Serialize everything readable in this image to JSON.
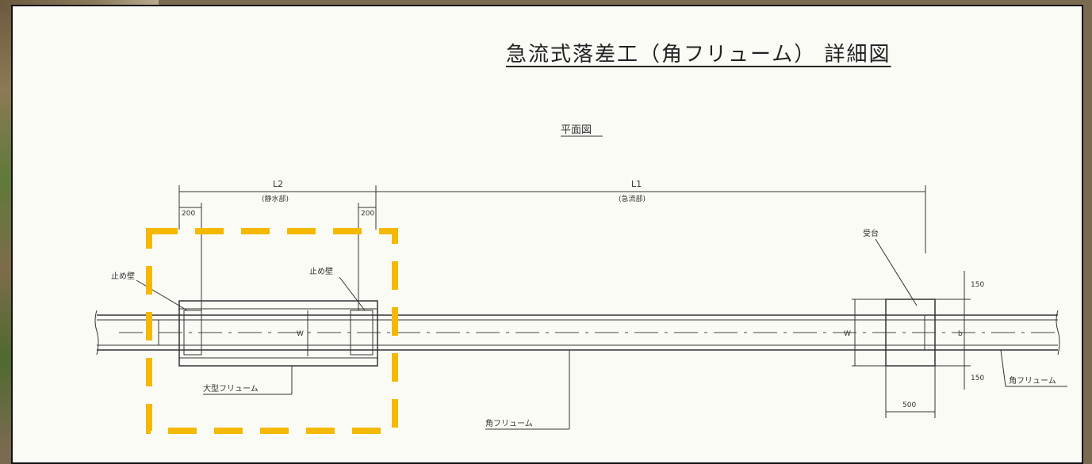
{
  "drawing": {
    "title": "急流式落差工（角フリューム） 詳細図",
    "view_label": "平面図",
    "dim_L2": "L2",
    "dim_L2_sub": "(静水部)",
    "dim_L1": "L1",
    "dim_L1_sub": "(急流部)",
    "dim_200_left": "200",
    "dim_200_right": "200",
    "dim_500": "500",
    "dim_150_top": "150",
    "dim_150_bottom": "150",
    "label_stop_wall_left": "止め壁",
    "label_stop_wall_right": "止め壁",
    "label_seat": "受台",
    "label_large_flume": "大型フリューム",
    "label_square_flume": "角フリューム",
    "label_square_flume_right": "角フリューム",
    "dim_W": "W",
    "dim_W_right": "W",
    "dim_b": "b"
  },
  "colors": {
    "highlight": "#f5b800",
    "line": "#333333"
  }
}
